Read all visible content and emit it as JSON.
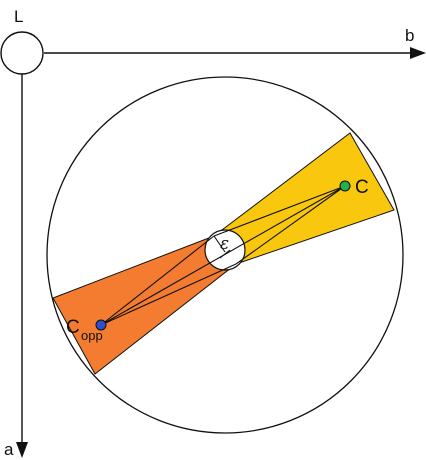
{
  "labels": {
    "origin": "L",
    "horizontal_axis": "b",
    "vertical_axis": "a",
    "point": "C",
    "opposite_point_main": "C",
    "opposite_point_sub": "opp",
    "angle": "ε"
  },
  "colors": {
    "outline": "#111111",
    "yellow_sector": "#f9c80e",
    "orange_sector": "#f47c30",
    "point_c": "#22b14c",
    "point_c_opp": "#2e4fd1",
    "inner_circle_fill": "#ffffff"
  }
}
